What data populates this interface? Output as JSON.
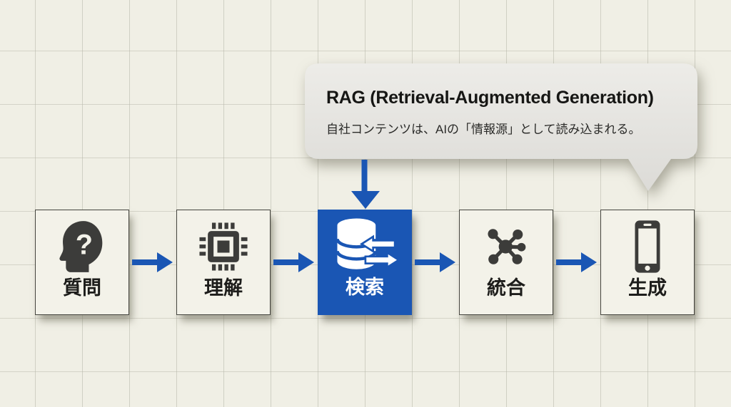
{
  "diagram": {
    "callout": {
      "title": "RAG (Retrieval-Augmented Generation)",
      "subtitle": "自社コンテンツは、AIの「情報源」として読み込まれる。"
    },
    "steps": [
      {
        "id": "question",
        "label": "質問",
        "icon": "question-head-icon",
        "highlighted": false
      },
      {
        "id": "understanding",
        "label": "理解",
        "icon": "cpu-chip-icon",
        "highlighted": false
      },
      {
        "id": "retrieval",
        "label": "検索",
        "icon": "database-transfer-icon",
        "highlighted": true
      },
      {
        "id": "integration",
        "label": "統合",
        "icon": "network-hub-icon",
        "highlighted": false
      },
      {
        "id": "generation",
        "label": "生成",
        "icon": "smartphone-icon",
        "highlighted": false
      }
    ],
    "colors": {
      "accent_blue": "#1a56b4",
      "background": "#f0efe5",
      "grid_line": "#d9d8cf",
      "box_fill": "#f3f2e9",
      "box_border": "#45453f",
      "bubble_fill_top": "#edece8",
      "bubble_fill_bottom": "#dcdbd7",
      "icon_dark": "#3c3c3a",
      "text_dark": "#1d1d1b",
      "highlight_text": "#ffffff"
    }
  }
}
